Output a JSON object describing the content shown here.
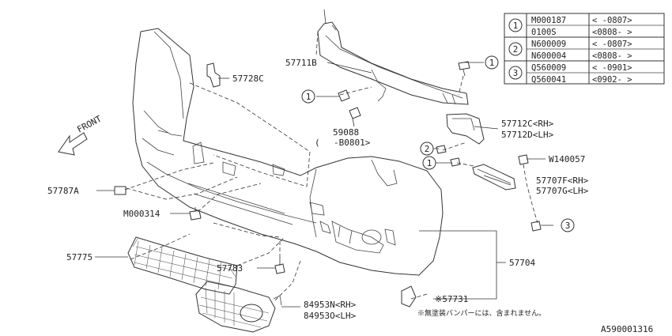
{
  "table": {
    "rows": [
      {
        "key": "1",
        "entries": [
          {
            "part": "M000187",
            "range": "<      -0807>"
          },
          {
            "part": "0100S",
            "range": "<0808-      >"
          }
        ]
      },
      {
        "key": "2",
        "entries": [
          {
            "part": "N600009",
            "range": "<      -0807>"
          },
          {
            "part": "N600004",
            "range": "<0808-      >"
          }
        ]
      },
      {
        "key": "3",
        "entries": [
          {
            "part": "Q560009",
            "range": "<      -0901>"
          },
          {
            "part": "Q560041",
            "range": "<0902-      >"
          }
        ]
      }
    ]
  },
  "labels": {
    "p57711b": "57711B",
    "p57728c": "57728C",
    "p59088": "59088",
    "p59088_range": "-B0801>",
    "p59088_open": "(",
    "p57712c": "57712C<RH>",
    "p57712d": "57712D<LH>",
    "pw140057": "W140057",
    "p57707f": "57707F<RH>",
    "p57707g": "57707G<LH>",
    "p57787a": "57787A",
    "pm000314": "M000314",
    "p57775": "57775",
    "p57783": "57783",
    "p57704": "57704",
    "p57731": "※57731",
    "p84953n": "84953N<RH>",
    "p84953o": "84953O<LH>",
    "front": "FRONT"
  },
  "callouts": {
    "c1": "1",
    "c2": "2",
    "c3": "3"
  },
  "note": "※無塗装バンパーには、含まれません。",
  "diagram_id": "A590001316"
}
